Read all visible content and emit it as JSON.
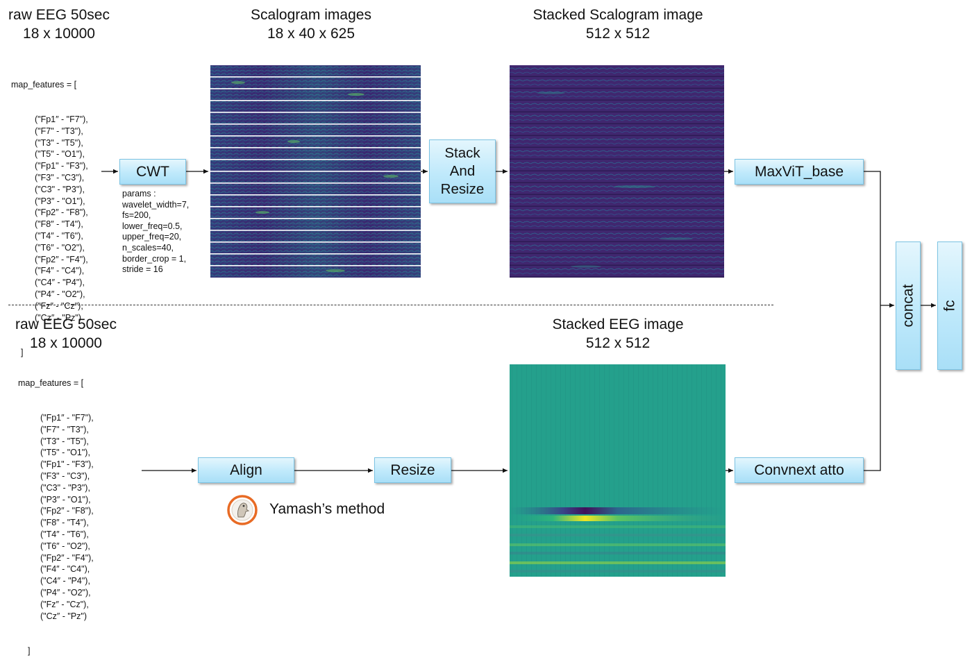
{
  "top": {
    "input_title_1": "raw EEG 50sec",
    "input_title_2": "18 x 10000",
    "map_open": "map_features = [",
    "map_close": "]",
    "cwt_label": "CWT",
    "params": [
      "params :",
      "wavelet_width=7,",
      "fs=200,",
      "lower_freq=0.5,",
      "upper_freq=20,",
      "n_scales=40,",
      "border_crop = 1,",
      "stride = 16"
    ],
    "scalogram_title_1": "Scalogram images",
    "scalogram_title_2": "18 x 40 x 625",
    "stack_label_1": "Stack",
    "stack_label_2": "And",
    "stack_label_3": "Resize",
    "stacked_title_1": "Stacked Scalogram image",
    "stacked_title_2": "512 x 512",
    "model_label": "MaxViT_base"
  },
  "bottom": {
    "input_title_1": "raw EEG 50sec",
    "input_title_2": "18 x 10000",
    "map_open": "map_features = [",
    "map_close": "]",
    "align_label": "Align",
    "resize_label": "Resize",
    "method_label": "Yamash’s method",
    "stacked_title_1": "Stacked EEG image",
    "stacked_title_2": "512 x 512",
    "model_label": "Convnext atto"
  },
  "head": {
    "concat_label": "concat",
    "fc_label": "fc"
  },
  "map_features": [
    "(\"Fp1″ - \"F7\"),",
    "(\"F7\" - \"T3\"),",
    "(\"T3\" - \"T5\"),",
    "(\"T5\" - \"O1\"),",
    "(\"Fp1\" - \"F3\"),",
    "(\"F3\" - \"C3\"),",
    "(\"C3\" - \"P3\"),",
    "(\"P3″ - \"O1\"),",
    "(\"Fp2″ - \"F8\"),",
    "(\"F8″ - \"T4\"),",
    "(\"T4″ - \"T6\"),",
    "(\"T6″ - \"O2\"),",
    "(\"Fp2″ - \"F4\"),",
    "(\"F4″ - \"C4\"),",
    "(\"C4″ - \"P4\"),",
    "(\"P4″ - \"O2\"),",
    "(\"Fz″ - \"Cz\"),",
    "(\"Cz″ - \"Pz\")"
  ],
  "icons": {
    "method_logo": "kaggler-logo-icon"
  },
  "colors": {
    "box_fill": "#bfe9fb",
    "box_border": "#7cc4e4",
    "scalogram_dark": "#3b1f6e",
    "eeg_teal": "#23a08a",
    "eeg_bright": "#f7e726"
  }
}
